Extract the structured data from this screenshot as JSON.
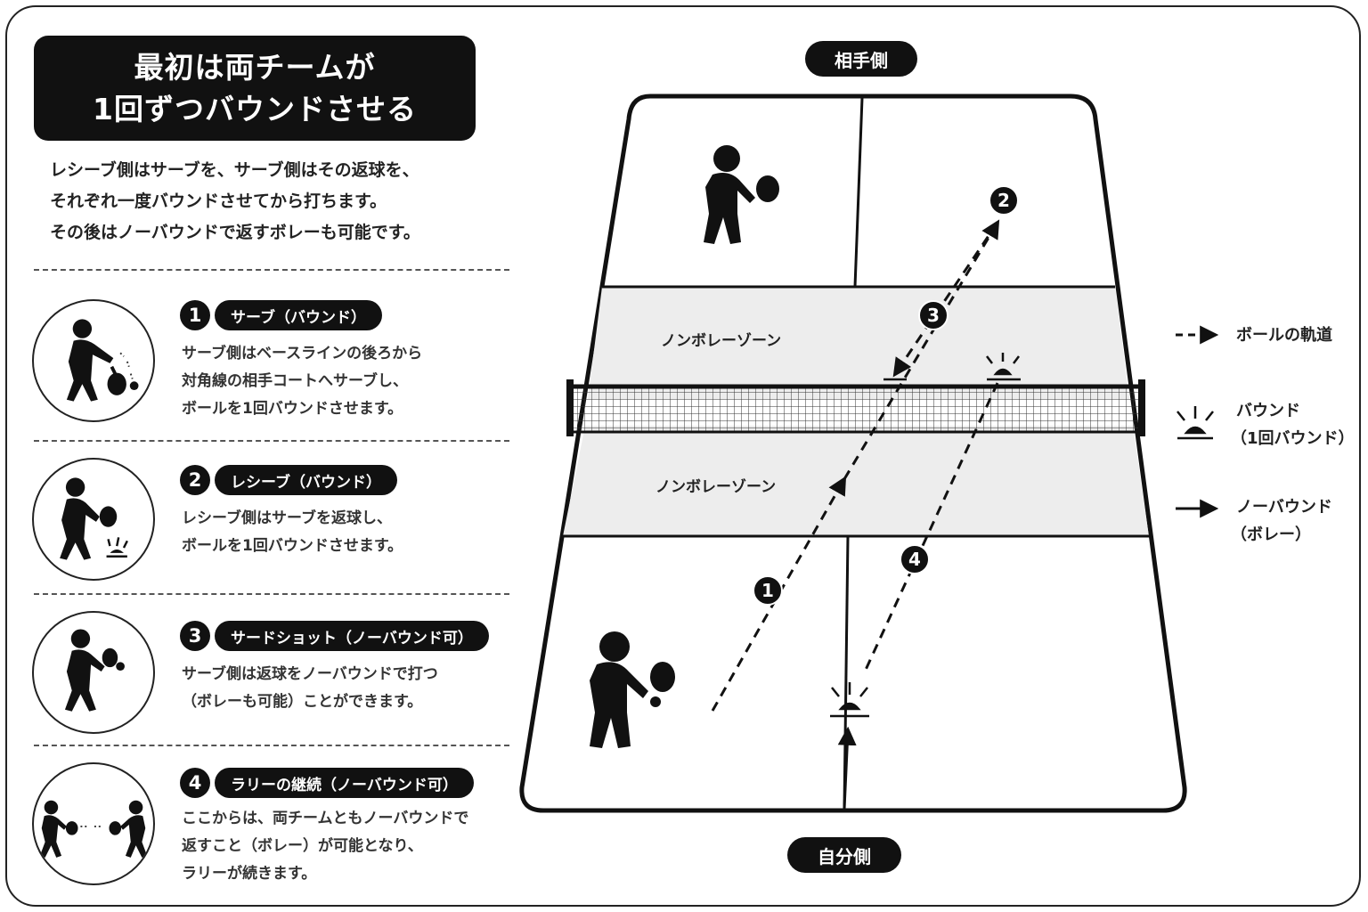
{
  "title": {
    "line1": "最初は両チームが",
    "line2": "1回ずつバウンドさせる"
  },
  "intro": [
    "レシーブ側はサーブを、サーブ側はその返球を、",
    "それぞれ一度バウンドさせてから打ちます。",
    "その後はノーバウンドで返すボレーも可能です。"
  ],
  "steps": [
    {
      "number": "1",
      "label": "サーブ（バウンド）",
      "desc": [
        "サーブ側はベースラインの後ろから",
        "対角線の相手コートへサーブし、",
        "ボールを1回バウンドさせます。"
      ]
    },
    {
      "number": "2",
      "label": "レシーブ（バウンド）",
      "desc": [
        "レシーブ側はサーブを返球し、",
        "ボールを1回バウンドさせます。"
      ]
    },
    {
      "number": "3",
      "label": "サードショット（ノーバウンド可）",
      "desc": [
        "サーブ側は返球をノーバウンドで打つ",
        "（ボレーも可能）ことができます。"
      ]
    },
    {
      "number": "4",
      "label": "ラリーの継続（ノーバウンド可）",
      "desc": [
        "ここからは、両チームともノーバウンドで",
        "返すこと（ボレー）が可能となり、",
        "ラリーが続きます。"
      ]
    }
  ],
  "court": {
    "opponent_side": "相手側",
    "own_side": "自分側",
    "kitchen_label": "ノンボレーゾーン",
    "path_numbers": [
      "1",
      "2",
      "3",
      "4"
    ]
  },
  "legend": {
    "trajectory": "ボールの軌道",
    "bounce": "バウンド",
    "bounce_note": "（1回バウンド）",
    "no_bounce": "ノーバウンド",
    "no_bounce_note": "（ボレー）"
  },
  "colors": {
    "ink": "#111111",
    "zone_fill": "#ededed",
    "background": "#ffffff"
  }
}
